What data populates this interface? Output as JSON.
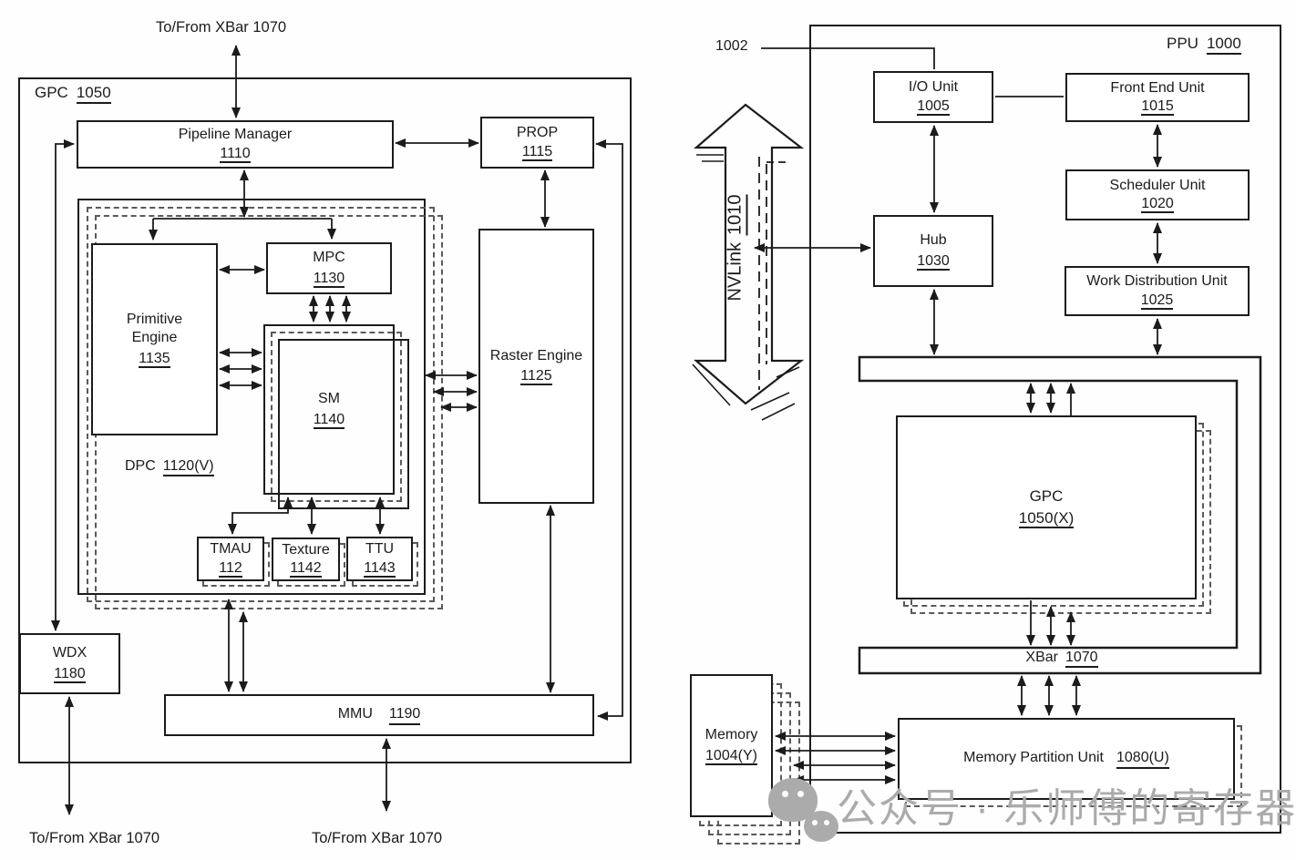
{
  "colors": {
    "line": "#1b1b1b",
    "dashed_line": "#5a5a5a",
    "watermark": "#ababab",
    "background": "#fefefe"
  },
  "left": {
    "title": {
      "name": "GPC",
      "ref": "1050"
    },
    "ports": {
      "top": "To/From XBar 1070",
      "bottom_left": "To/From XBar 1070",
      "bottom_right": "To/From XBar 1070"
    },
    "nodes": {
      "pipeline_manager": {
        "name": "Pipeline Manager",
        "ref": "1110"
      },
      "prop": {
        "name": "PROP",
        "ref": "1115"
      },
      "raster_engine": {
        "name": "Raster Engine",
        "ref": "1125"
      },
      "dpc": {
        "name": "DPC",
        "ref": "1120(V)"
      },
      "primitive_engine": {
        "name": "Primitive Engine",
        "ref": "1135"
      },
      "mpc": {
        "name": "MPC",
        "ref": "1130"
      },
      "sm": {
        "name": "SM",
        "ref": "1140"
      },
      "tmau": {
        "name": "TMAU",
        "ref": "112"
      },
      "texture": {
        "name": "Texture",
        "ref": "1142"
      },
      "ttu": {
        "name": "TTU",
        "ref": "1143"
      },
      "wdx": {
        "name": "WDX",
        "ref": "1180"
      },
      "mmu": {
        "name": "MMU",
        "ref": "1190"
      }
    }
  },
  "right": {
    "title": {
      "name": "PPU",
      "ref": "1000"
    },
    "bus_ref": "1002",
    "nvlink": {
      "name": "NVLink",
      "ref": "1010"
    },
    "nodes": {
      "io_unit": {
        "name": "I/O Unit",
        "ref": "1005"
      },
      "front_end_unit": {
        "name": "Front End Unit",
        "ref": "1015"
      },
      "scheduler_unit": {
        "name": "Scheduler Unit",
        "ref": "1020"
      },
      "hub": {
        "name": "Hub",
        "ref": "1030"
      },
      "work_distribution_unit": {
        "name": "Work Distribution Unit",
        "ref": "1025"
      },
      "gpc": {
        "name": "GPC",
        "ref": "1050(X)"
      },
      "xbar": {
        "name": "XBar",
        "ref": "1070"
      },
      "memory_partition_unit": {
        "name": "Memory Partition Unit",
        "ref": "1080(U)"
      },
      "memory": {
        "name": "Memory",
        "ref": "1004(Y)"
      }
    }
  },
  "watermark": {
    "text": "公众号 · 乐师傅的寄存器"
  }
}
